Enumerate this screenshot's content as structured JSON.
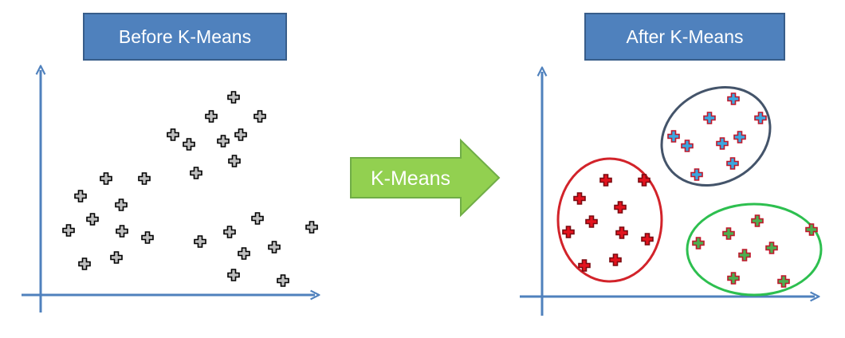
{
  "titles": {
    "before": "Before K-Means",
    "after": "After K-Means"
  },
  "arrow": {
    "label": "K-Means"
  },
  "colors": {
    "title_fill": "#4f81bd",
    "title_border": "#385d8a",
    "axis": "#4f81bd",
    "arrow_fill": "#92d050",
    "arrow_border": "#70ad47",
    "unclustered_point": "#bfbfbf",
    "cluster_red": "#e3131e",
    "cluster_blue": "#3aa7e0",
    "cluster_green": "#4caf50",
    "ellipse_red": "#d2232a",
    "ellipse_blue": "#44546a",
    "ellipse_green": "#2dbf4f"
  },
  "icons": {
    "point_marker": "plus-marker-icon"
  }
}
